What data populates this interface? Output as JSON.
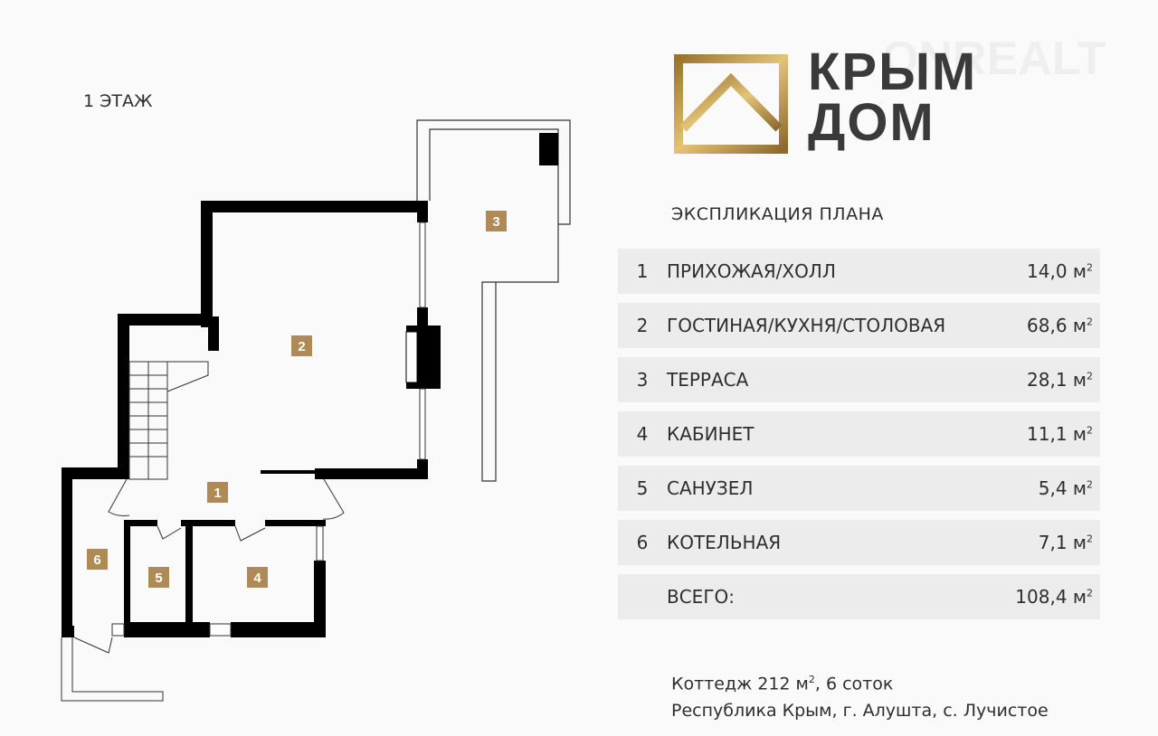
{
  "floor_label": "1 ЭТАЖ",
  "logo": {
    "line1": "КРЫМ",
    "line2": "ДОМ",
    "gold": "#b8924a"
  },
  "watermark": "ONREALT",
  "heading": "ЭКСПЛИКАЦИЯ ПЛАНА",
  "rooms": [
    {
      "num": "1",
      "name": "ПРИХОЖАЯ/ХОЛЛ",
      "area": "14,0 м",
      "unit_sup": "2"
    },
    {
      "num": "2",
      "name": "ГОСТИНАЯ/КУХНЯ/СТОЛОВАЯ",
      "area": "68,6 м",
      "unit_sup": "2"
    },
    {
      "num": "3",
      "name": "ТЕРРАСА",
      "area": "28,1 м",
      "unit_sup": "2"
    },
    {
      "num": "4",
      "name": "КАБИНЕТ",
      "area": "11,1 м",
      "unit_sup": "2"
    },
    {
      "num": "5",
      "name": "САНУЗЕЛ",
      "area": "5,4 м",
      "unit_sup": "2"
    },
    {
      "num": "6",
      "name": "КОТЕЛЬНАЯ",
      "area": "7,1 м",
      "unit_sup": "2"
    }
  ],
  "total": {
    "label": "ВСЕГО:",
    "area": "108,4 м",
    "unit_sup": "2"
  },
  "footer": {
    "line1a": "Коттедж 212 м",
    "line1sup": "2",
    "line1b": ", 6 соток",
    "line2": "Республика Крым, г. Алушта, с. Лучистое"
  },
  "label_color": "#b08a55"
}
